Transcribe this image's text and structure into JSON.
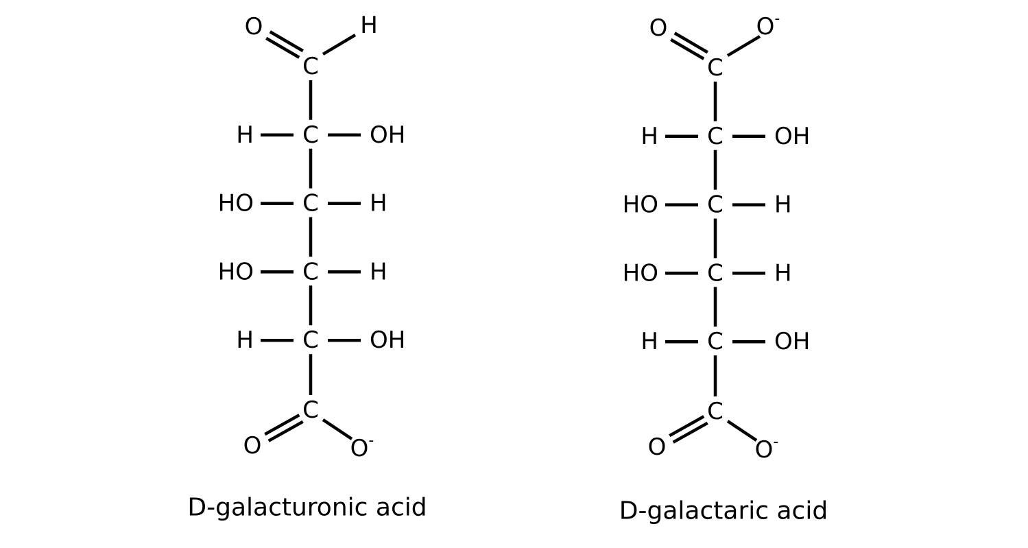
{
  "molecules": [
    {
      "name": "D-galacturonic acid",
      "top": {
        "left": "O",
        "right": "H",
        "right_charge": ""
      },
      "rows": [
        {
          "left": "H",
          "center": "C",
          "right": "OH"
        },
        {
          "left": "HO",
          "center": "C",
          "right": "H"
        },
        {
          "left": "HO",
          "center": "C",
          "right": "H"
        },
        {
          "left": "H",
          "center": "C",
          "right": "OH"
        }
      ],
      "top_carbon": "C",
      "bottom_carbon": "C",
      "bottom": {
        "left": "O",
        "right": "O",
        "right_charge": "-"
      }
    },
    {
      "name": "D-galactaric acid",
      "top": {
        "left": "O",
        "right": "O",
        "right_charge": "-"
      },
      "rows": [
        {
          "left": "H",
          "center": "C",
          "right": "OH"
        },
        {
          "left": "HO",
          "center": "C",
          "right": "H"
        },
        {
          "left": "HO",
          "center": "C",
          "right": "H"
        },
        {
          "left": "H",
          "center": "C",
          "right": "OH"
        }
      ],
      "top_carbon": "C",
      "bottom_carbon": "C",
      "bottom": {
        "left": "O",
        "right": "O",
        "right_charge": "-"
      }
    }
  ],
  "colors": {
    "ink": "#000000",
    "background": "#ffffff"
  }
}
